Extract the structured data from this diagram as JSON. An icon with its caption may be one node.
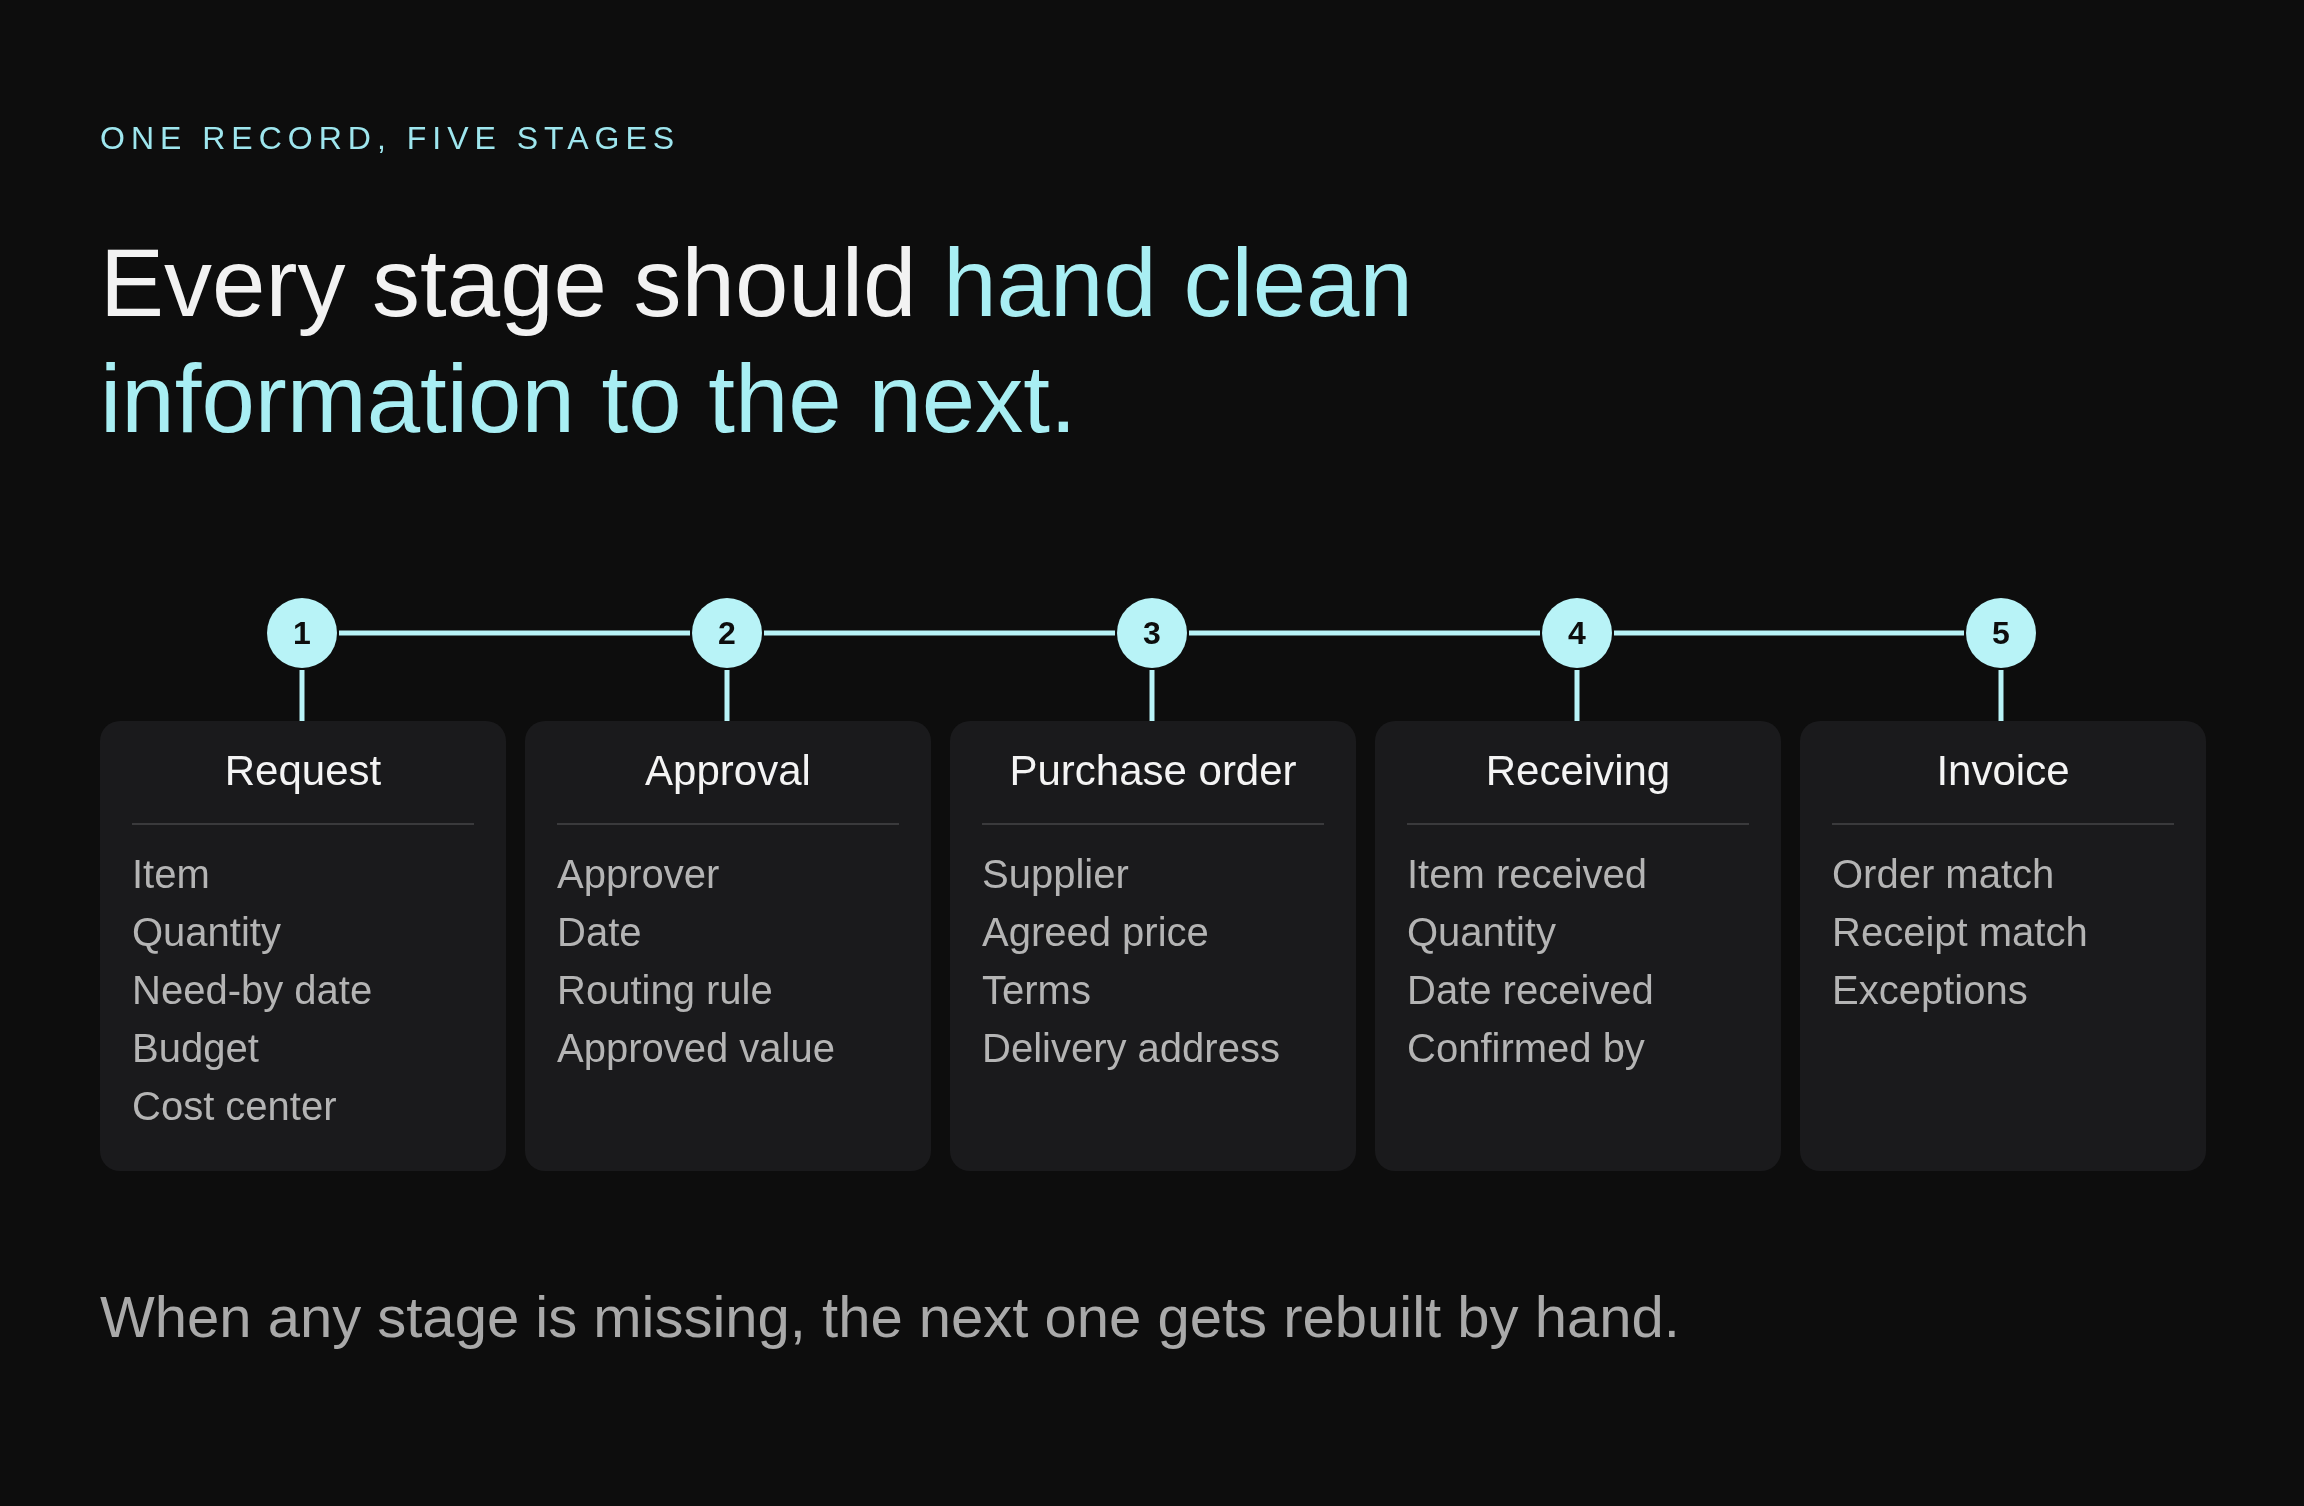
{
  "diagram": {
    "title": "Every stage should *hand clean information to the next.*",
    "nodes": [
      {
        "text": [
          "1"
        ]
      },
      {
        "text": [
          "2"
        ]
      },
      {
        "text": [
          "3"
        ]
      },
      {
        "text": [
          "4"
        ]
      },
      {
        "text": [
          "5"
        ]
      },
      {
        "text": [
          "Request",
          "Item",
          "Quantity",
          "Need-by date",
          "Budget",
          "Cost center"
        ]
      },
      {
        "text": [
          "Approval",
          "Approver",
          "Date",
          "Routing rule",
          "Approved value"
        ]
      },
      {
        "text": [
          "Purchase order",
          "Supplier",
          "Agreed price",
          "Terms",
          "Delivery address"
        ]
      },
      {
        "text": [
          "Receiving",
          "Item received",
          "Quantity",
          "Date received",
          "Confirmed by"
        ]
      },
      {
        "text": [
          "Invoice",
          "Order match",
          "Receipt match",
          "Exceptions"
        ]
      }
    ],
    "edges": [
      {
        "from": 0,
        "to": 1,
        "arrow": "none"
      },
      {
        "from": 1,
        "to": 2,
        "arrow": "none"
      },
      {
        "from": 2,
        "to": 3,
        "arrow": "none"
      },
      {
        "from": 3,
        "to": 4,
        "arrow": "none"
      },
      {
        "from": 0,
        "to": 5,
        "arrow": "none"
      },
      {
        "from": 1,
        "to": 6,
        "arrow": "none"
      },
      {
        "from": 2,
        "to": 7,
        "arrow": "none"
      },
      {
        "from": 3,
        "to": 8,
        "arrow": "none"
      },
      {
        "from": 4,
        "to": 9,
        "arrow": "none"
      }
    ],
    "labels": [
      "ONE RECORD, FIVE STAGES",
      "When any stage is missing, the next one gets rebuilt by hand."
    ]
  }
}
